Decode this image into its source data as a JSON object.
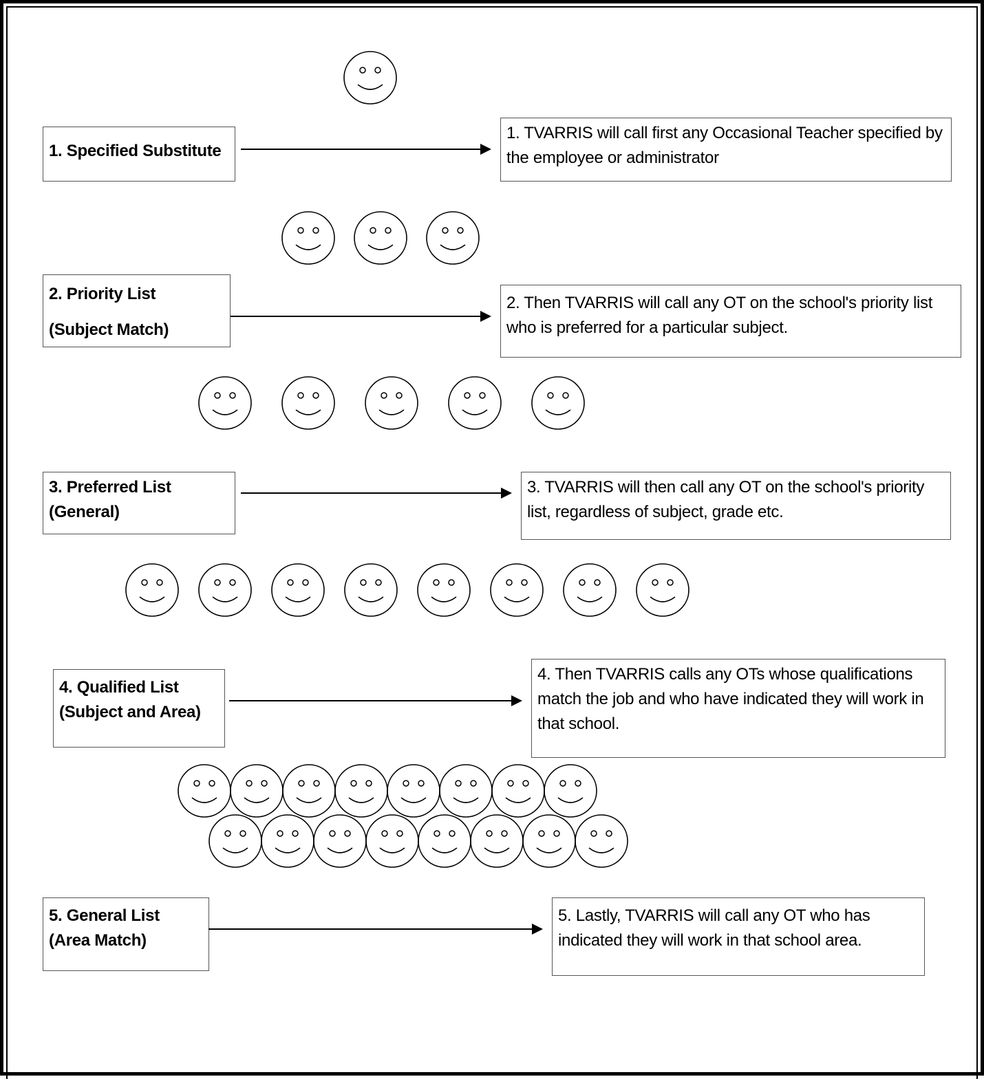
{
  "steps": [
    {
      "label_line1": "1. Specified Substitute",
      "label_line2": "",
      "description": "1. TVARRIS will call first any Occasional Teacher specified by the employee or administrator"
    },
    {
      "label_line1": "2. Priority List",
      "label_line2": "(Subject Match)",
      "description": "2. Then TVARRIS will call any OT on the school's priority list who is preferred for a particular subject."
    },
    {
      "label_line1": "3. Preferred List",
      "label_line2": "(General)",
      "description": "3. TVARRIS will then call any OT on the school's priority list, regardless of subject, grade etc."
    },
    {
      "label_line1": "4. Qualified List",
      "label_line2": "(Subject and Area)",
      "description": "4. Then TVARRIS calls any OTs whose qualifications match the job and who have indicated they will work in that school."
    },
    {
      "label_line1": "5. General List",
      "label_line2": "(Area Match)",
      "description": "5. Lastly, TVARRIS will call any OT who has indicated they will work in that school area."
    }
  ],
  "face_groups": [
    {
      "count": 1,
      "icon": "smiley-face-icon"
    },
    {
      "count": 3,
      "icon": "smiley-face-icon"
    },
    {
      "count": 5,
      "icon": "smiley-face-icon"
    },
    {
      "count": 8,
      "icon": "smiley-face-icon"
    },
    {
      "count": 16,
      "icon": "smiley-face-icon"
    }
  ]
}
